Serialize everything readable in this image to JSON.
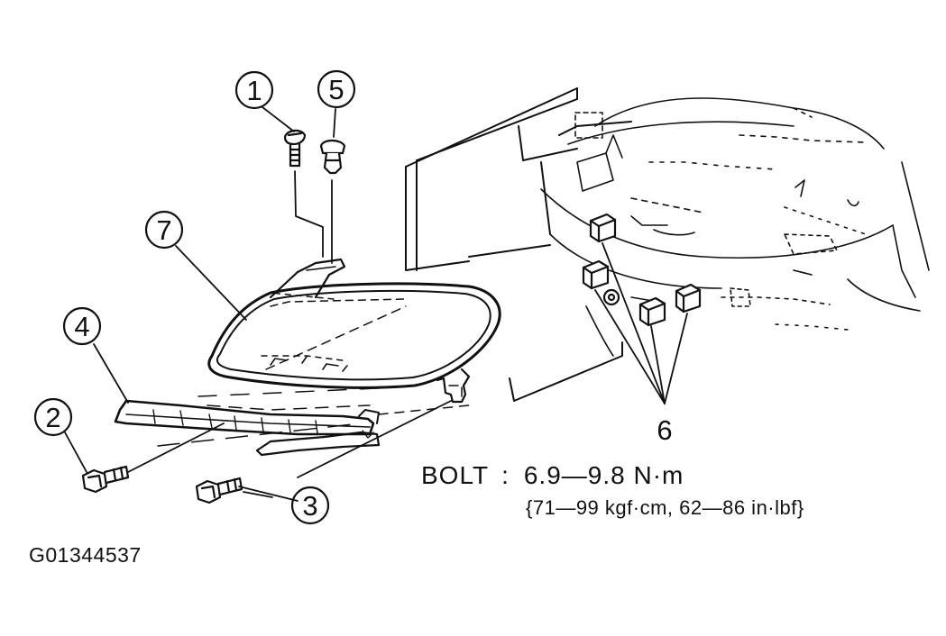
{
  "callouts": {
    "c1": "1",
    "c2": "2",
    "c3": "3",
    "c4": "4",
    "c5": "5",
    "c6": "6",
    "c7": "7"
  },
  "spec": {
    "label": "BOLT",
    "separator": ":",
    "value": "6.9—9.8 N·m",
    "conversion": "{71—99 kgf·cm, 62—86 in·lbf}"
  },
  "figure_id": "G01344537",
  "colors": {
    "ink": "#111111",
    "background": "#ffffff"
  }
}
